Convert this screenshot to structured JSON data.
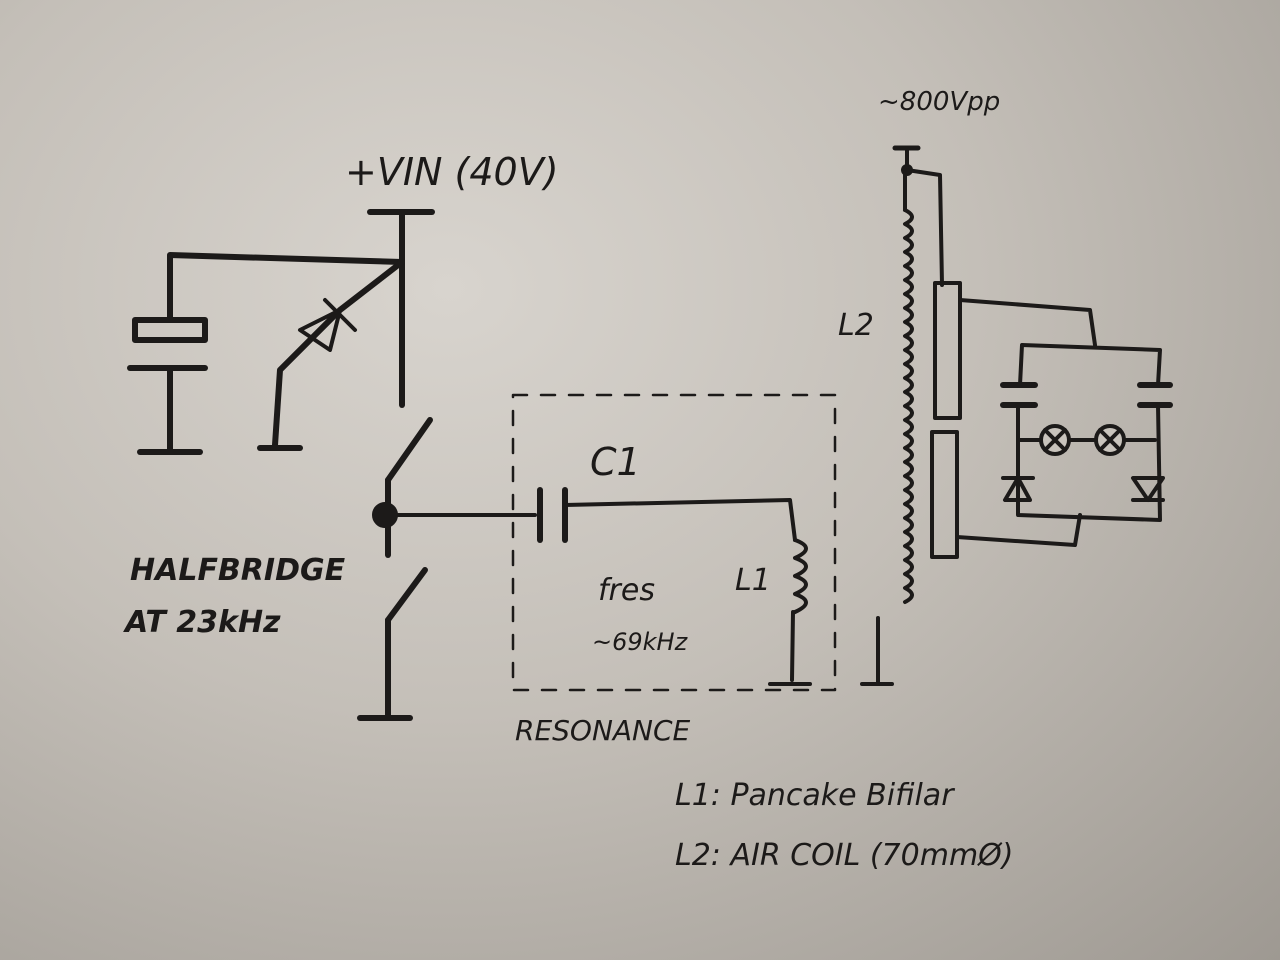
{
  "labels": {
    "vin": "+VIN (40V)",
    "vout": "~800Vpp",
    "l2": "L2",
    "c1": "C1",
    "l1": "L1",
    "fres": "fres",
    "fres_value": "~69kHz",
    "halfbridge": "HALFBRIDGE",
    "halfbridge_freq": "AT 23kHz",
    "resonance": "RESONANCE",
    "note_l1": "L1: Pancake Bifilar",
    "note_l2": "L2: AIR COIL (70mmØ)"
  },
  "colors": {
    "ink": "#1c1a19",
    "paper": "#c8c3bc"
  }
}
